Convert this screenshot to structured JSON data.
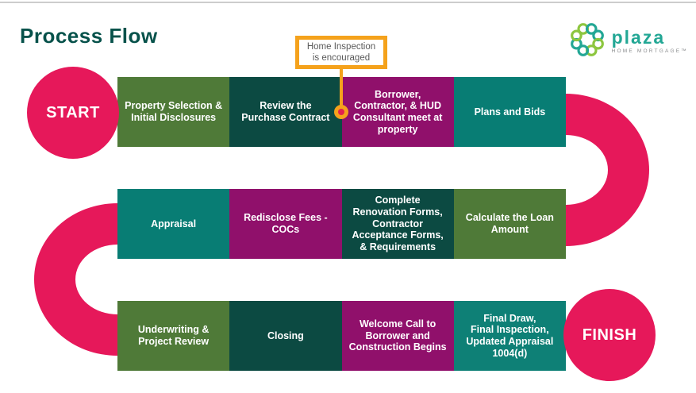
{
  "page": {
    "title": "Process Flow"
  },
  "logo": {
    "brand": "plaza",
    "tagline": "HOME MORTGAGE™"
  },
  "palette": {
    "pink": "#E6185A",
    "olive": "#4F7A38",
    "dark_teal": "#0C4A42",
    "magenta": "#90106B",
    "teal": "#087D74",
    "teal_light": "#0E8076",
    "orange": "#F5A21C",
    "title_teal": "#07524B",
    "logo_teal": "#23A795",
    "logo_lime": "#8DC63F",
    "tagline_gray": "#8A8C8E",
    "callout_gray": "#595959"
  },
  "terminals": {
    "start_label": "START",
    "finish_label": "FINISH",
    "bg": "#E6185A"
  },
  "callout": {
    "text": "Home Inspection\nis encouraged",
    "border": "#F5A21C",
    "text_color": "#595959",
    "marker_outer": "#F5A21C",
    "marker_inner": "#E2214E"
  },
  "flow": {
    "rows": [
      {
        "steps": [
          {
            "label": "Property Selection &\nInitial Disclosures",
            "bg": "#4F7A38"
          },
          {
            "label": "Review the\nPurchase Contract",
            "bg": "#0C4A42"
          },
          {
            "label": "Borrower,\nContractor, & HUD\nConsultant meet at\nproperty",
            "bg": "#90106B"
          },
          {
            "label": "Plans and Bids",
            "bg": "#087D74"
          }
        ]
      },
      {
        "steps": [
          {
            "label": "Appraisal",
            "bg": "#087D74"
          },
          {
            "label": "Redisclose Fees -\nCOCs",
            "bg": "#90106B"
          },
          {
            "label": "Complete\nRenovation Forms,\nContractor\nAcceptance Forms,\n& Requirements",
            "bg": "#0C4A42"
          },
          {
            "label": "Calculate the Loan\nAmount",
            "bg": "#4F7A38"
          }
        ]
      },
      {
        "steps": [
          {
            "label": "Underwriting &\nProject Review",
            "bg": "#4F7A38"
          },
          {
            "label": "Closing",
            "bg": "#0C4A42"
          },
          {
            "label": "Welcome Call to\nBorrower and\nConstruction Begins",
            "bg": "#90106B"
          },
          {
            "label": "Final Draw,\nFinal Inspection,\nUpdated Appraisal\n1004(d)",
            "bg": "#0E8076"
          }
        ]
      }
    ]
  }
}
